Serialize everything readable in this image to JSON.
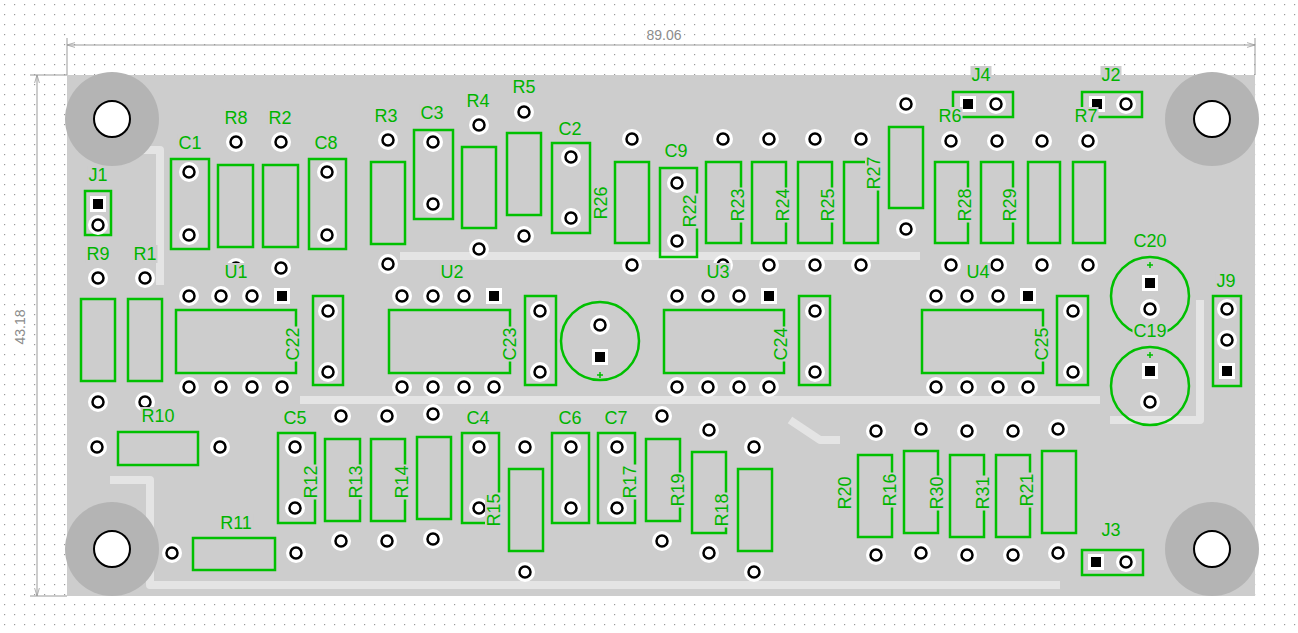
{
  "diagram": {
    "labels": [
      "89.06",
      "43.18",
      "C1",
      "R8",
      "R2",
      "C8",
      "R3",
      "C3",
      "R4",
      "R5",
      "C2",
      "C9",
      "J4",
      "J2",
      "R6",
      "R7",
      "J1",
      "R9",
      "R1",
      "U1",
      "U2",
      "U3",
      "U4",
      "C20",
      "C19",
      "J9",
      "R10",
      "C5",
      "C4",
      "C6",
      "C7",
      "R11",
      "J3",
      "R26",
      "R22",
      "R23",
      "R24",
      "R25",
      "R27",
      "R28",
      "R29",
      "C22",
      "C23",
      "C24",
      "C25",
      "R12",
      "R13",
      "R14",
      "R15",
      "R17",
      "R19",
      "R18",
      "R20",
      "R16",
      "R30",
      "R31",
      "R21"
    ]
  }
}
